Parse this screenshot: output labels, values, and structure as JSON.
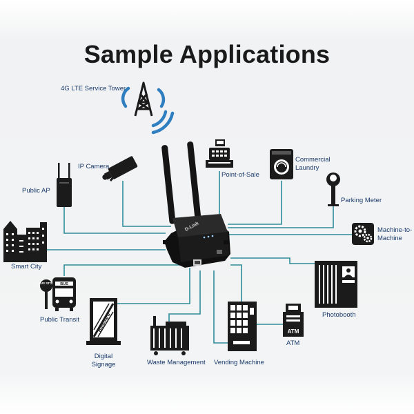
{
  "title": "Sample Applications",
  "device": {
    "brand": "D-Link"
  },
  "applications": {
    "tower": "4G LTE Service Tower",
    "ip_camera": "IP Camera",
    "public_ap": "Public AP",
    "pos": "Point-of-Sale",
    "laundry_line1": "Commercial",
    "laundry_line2": "Laundry",
    "parking": "Parking Meter",
    "m2m_line1": "Machine-to-",
    "m2m_line2": "Machine",
    "smart_city": "Smart City",
    "public_transit": "Public Transit",
    "signage_line1": "Digital",
    "signage_line2": "Signage",
    "waste": "Waste Management",
    "vending": "Vending Machine",
    "atm": "ATM",
    "photobooth": "Photobooth"
  },
  "icon_text": {
    "bus_sign": "BUS STOP",
    "bus": "BUS",
    "atm": "ATM",
    "billboard": "Billboard"
  },
  "colors": {
    "line": "#2e8b9a",
    "icon": "#1b1b1b",
    "label": "#1a3a6a",
    "wave": "#2f7fc0"
  }
}
